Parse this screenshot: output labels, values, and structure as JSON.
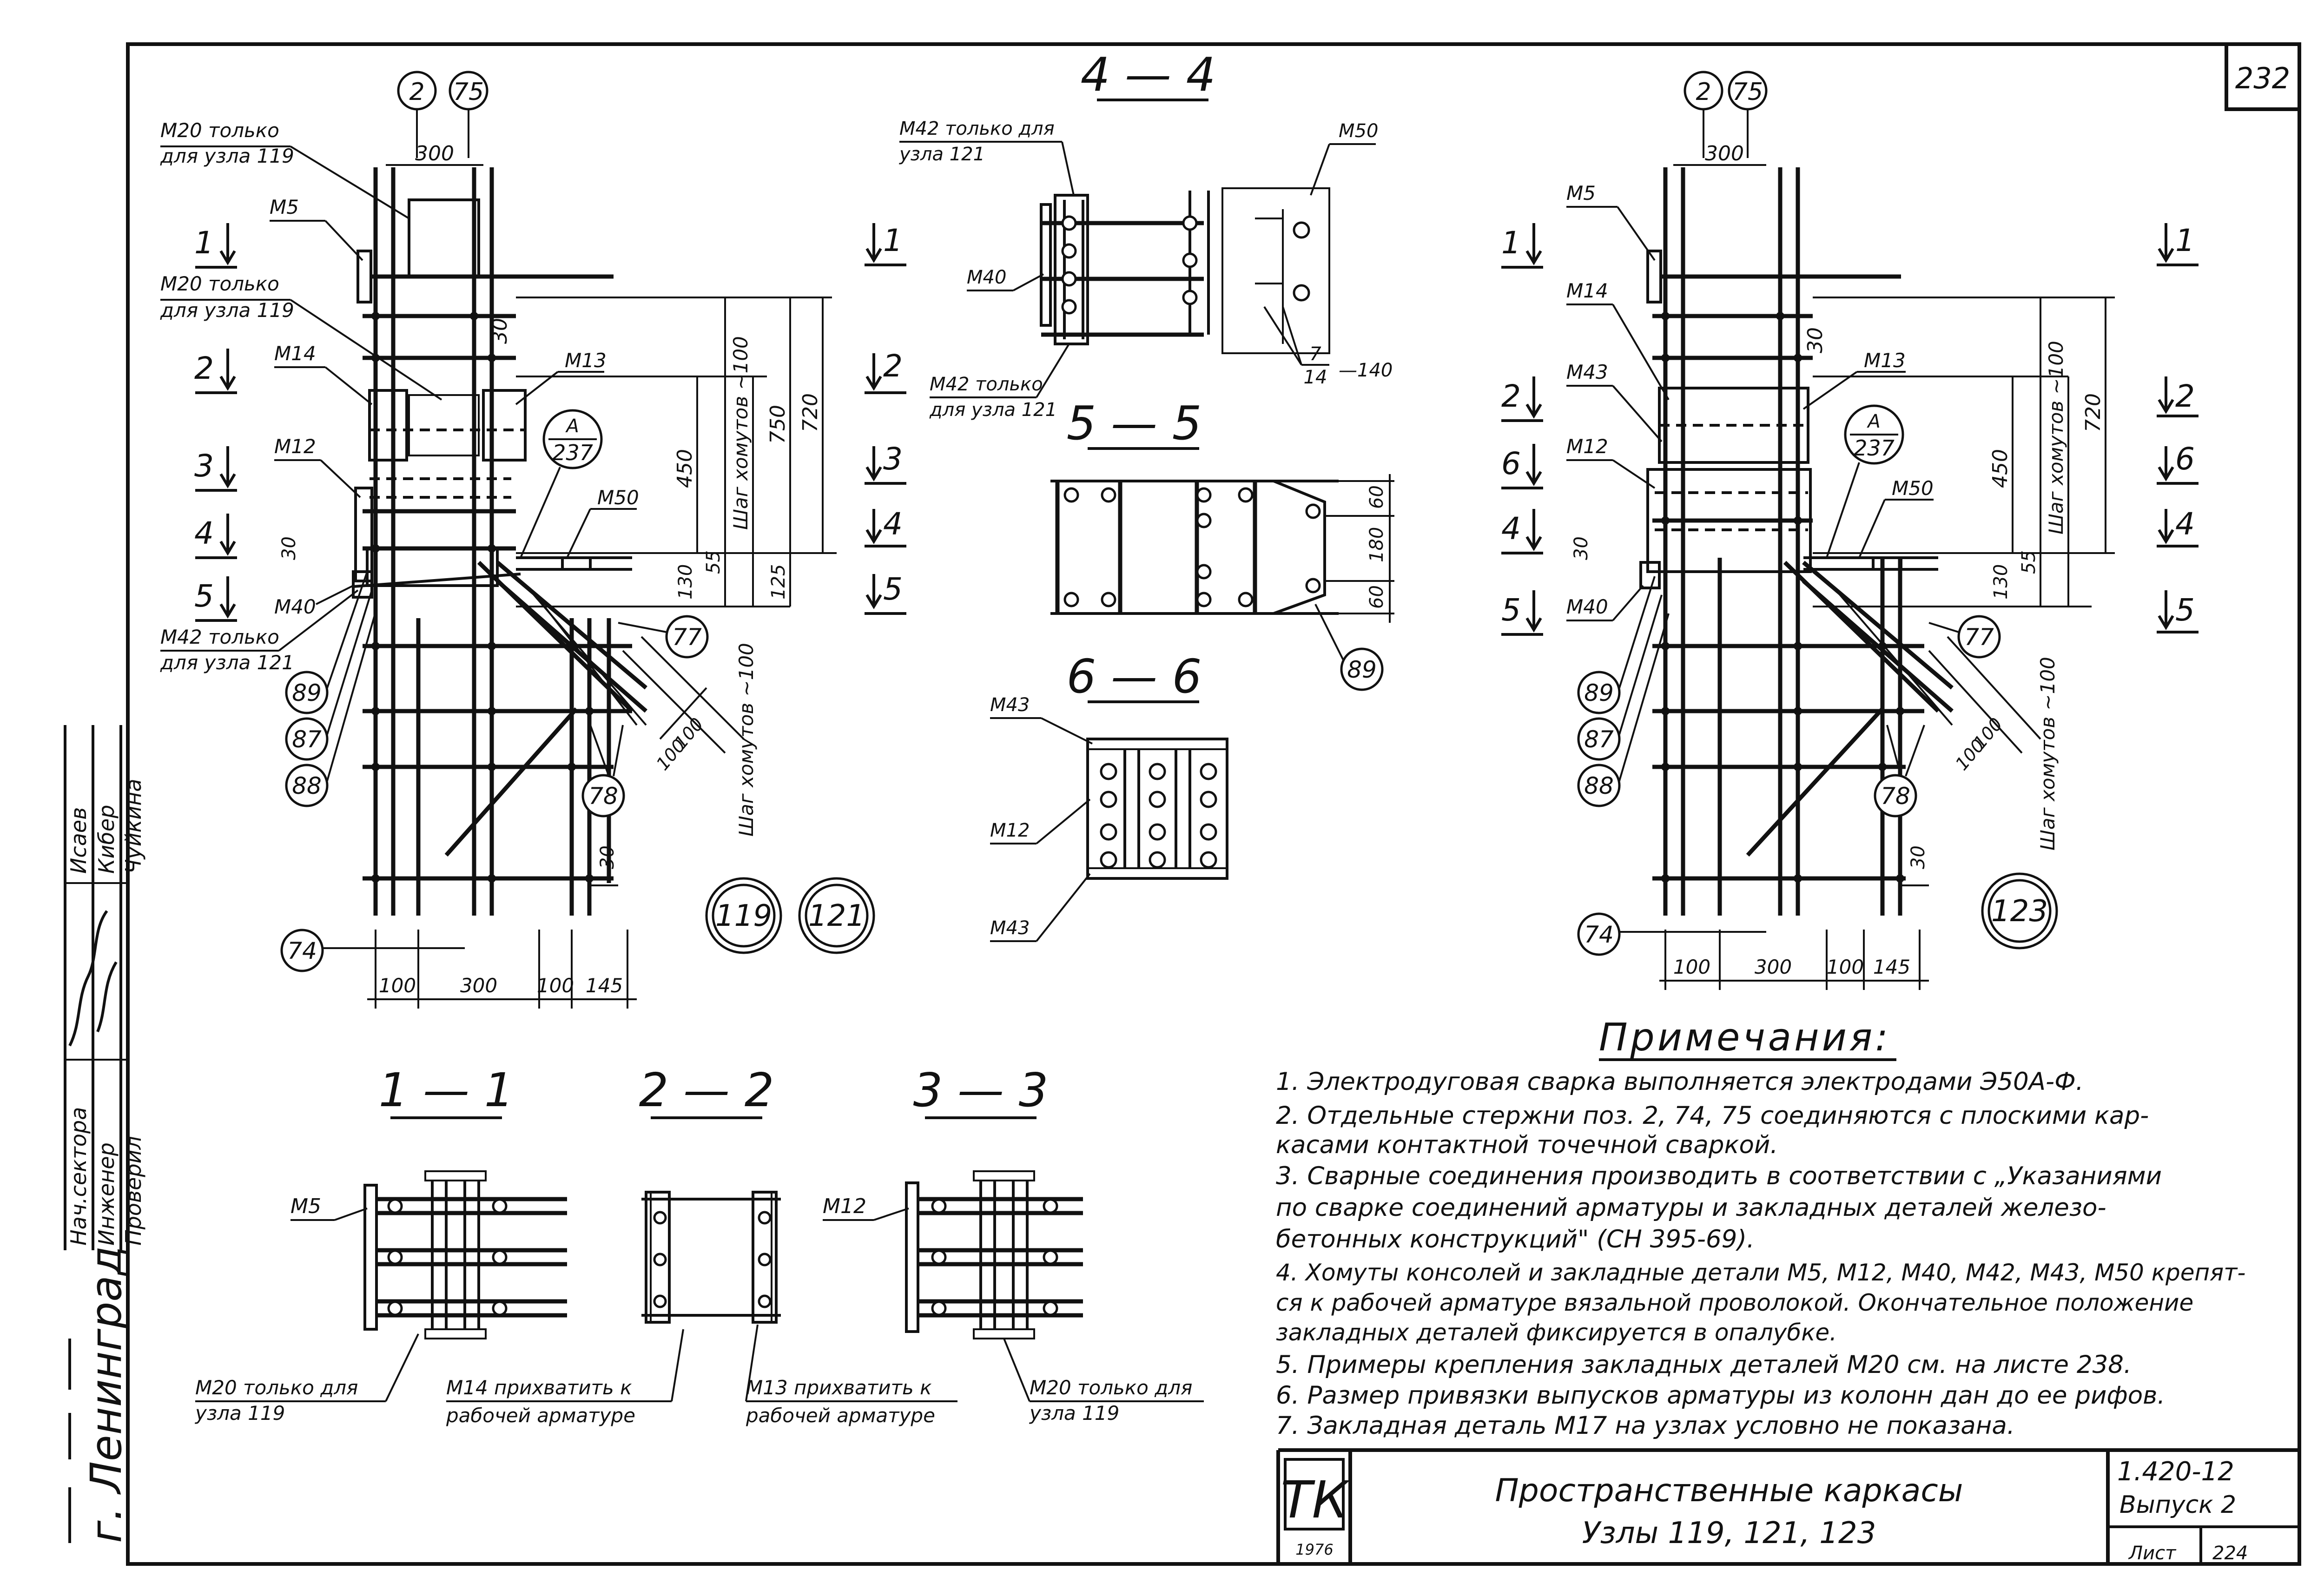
{
  "sheet": {
    "number": "232",
    "code": "1.420-12",
    "issue": "Выпуск 2",
    "sheet_label": "Лист",
    "sheet_num": "224",
    "org_logo": "ТК",
    "org_year": "1976",
    "title_line1": "Пространственные каркасы",
    "title_line2": "Узлы 119, 121, 123",
    "city": "г. Ленинград"
  },
  "stamp": {
    "roles": [
      "Нач.сектора",
      "Инженер",
      "Проверил"
    ],
    "names": [
      "Исаев",
      "Кибер",
      "Чуйкина"
    ]
  },
  "section_titles": {
    "s44": "4 — 4",
    "s55": "5 — 5",
    "s66": "6 — 6",
    "s11": "1 — 1",
    "s22": "2 — 2",
    "s33": "3 — 3"
  },
  "left_view": {
    "pos_top": [
      "2",
      "75"
    ],
    "dim_top": "300",
    "notes": {
      "m20_a": [
        "М20 только",
        "для узла 119"
      ],
      "m5": "М5",
      "m20_b": [
        "М20 только",
        "для узла 119"
      ],
      "m14": "М14",
      "m13": "М13",
      "m12": "М12",
      "m50": "М50",
      "m40": "М40",
      "m42": [
        "М42 только",
        "для узла 121"
      ]
    },
    "ref_circle": [
      "А",
      "237"
    ],
    "cut_marks": [
      "1",
      "2",
      "3",
      "4",
      "5"
    ],
    "vert_dims": [
      "30",
      "450",
      "750",
      "720",
      "30",
      "130",
      "55",
      "125"
    ],
    "stirrup_note": "Шаг хомутов ~100",
    "stirrup_note_lower": "Шаг хомутов ~100",
    "positions": [
      "77",
      "89",
      "87",
      "88",
      "78",
      "74"
    ],
    "diag_dims": [
      "100",
      "100"
    ],
    "dim_30_low": "30",
    "bottom_dims": [
      "100",
      "300",
      "100",
      "145"
    ],
    "node_labels": [
      "119",
      "121"
    ]
  },
  "right_view": {
    "pos_top": [
      "2",
      "75"
    ],
    "dim_top": "300",
    "notes": {
      "m5": "М5",
      "m14": "М14",
      "m43": "М43",
      "m13": "М13",
      "m12": "М12",
      "m50": "М50",
      "m40": "М40"
    },
    "ref_circle": [
      "А",
      "237"
    ],
    "cut_marks_left": [
      "1",
      "2",
      "6",
      "4",
      "5"
    ],
    "cut_marks_right": [
      "1",
      "2",
      "6",
      "4",
      "5"
    ],
    "vert_dims": [
      "30",
      "450",
      "720",
      "30",
      "130",
      "55"
    ],
    "stirrup_note": "Шаг хомутов ~100",
    "stirrup_note_lower": "Шаг хомутов ~100",
    "positions": [
      "77",
      "89",
      "87",
      "88",
      "78",
      "74"
    ],
    "diag_dims": [
      "100",
      "100"
    ],
    "dim_30_low": "30",
    "bottom_dims": [
      "100",
      "300",
      "100",
      "145"
    ],
    "node_label": "123"
  },
  "section_44": {
    "m42_top": [
      "М42 только для",
      "узла 121"
    ],
    "m50": "М50",
    "m40": "М40",
    "m42_bottom": [
      "М42 только",
      "для узла 121"
    ],
    "weld_fraction": [
      "7",
      "14"
    ],
    "weld_length": "—140"
  },
  "section_55": {
    "dims": [
      "60",
      "180",
      "60"
    ],
    "position": "89"
  },
  "section_66": {
    "labels": [
      "М43",
      "М12",
      "М43"
    ]
  },
  "section_11": {
    "m5": "М5",
    "note_m20": [
      "М20 только для",
      "узла 119"
    ],
    "note_m14": [
      "М14 прихватить к",
      "рабочей арматуре"
    ]
  },
  "section_22": {
    "note_m13": [
      "М13 прихватить к",
      "рабочей арматуре"
    ]
  },
  "section_33": {
    "m12": "М12",
    "note_m20": [
      "М20 только для",
      "узла 119"
    ]
  },
  "notes": {
    "heading": "Примечания:",
    "lines": [
      "1. Электродуговая сварка выполняется электродами Э50А-Ф.",
      "2. Отдельные стержни поз. 2, 74, 75 соединяются с плоскими кар-",
      "   касами контактной точечной сваркой.",
      "3. Сварные соединения производить в соответствии с „Указаниями",
      "   по сварке соединений арматуры и закладных деталей железо-",
      "   бетонных конструкций\" (СН 395-69).",
      "4. Хомуты консолей и закладные детали М5, М12, М40, М42, М43, М50 крепят-",
      "   ся к рабочей арматуре вязальной проволокой. Окончательное положение",
      "   закладных деталей фиксируется в опалубке.",
      "5. Примеры крепления закладных деталей М20 см. на листе 238.",
      "6. Размер привязки выпусков арматуры из колонн дан до ее рифов.",
      "7. Закладная деталь М17 на узлах условно не показана."
    ]
  }
}
